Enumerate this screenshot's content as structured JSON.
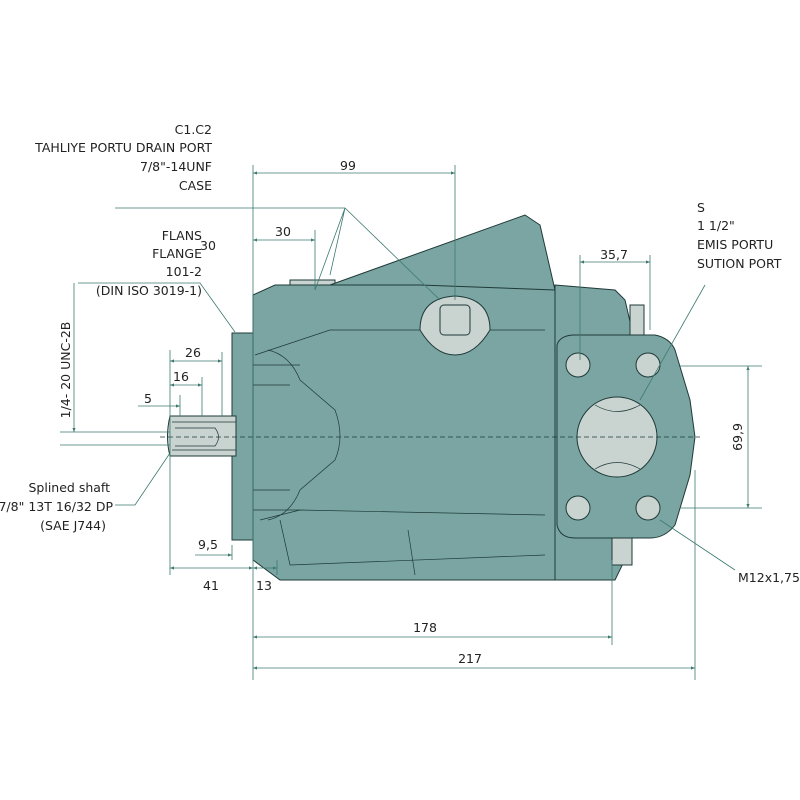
{
  "title": "Hydraulic pump dimensional drawing",
  "labels": {
    "drain": [
      "C1.C2",
      "TAHLIYE PORTU DRAIN PORT",
      "7/8\"-14UNF",
      "CASE"
    ],
    "flange": [
      "FLANS",
      "FLANGE",
      "101-2",
      "(DIN ISO 3019-1)"
    ],
    "flange_stray": "30",
    "suction": [
      "S",
      "1 1/2\"",
      "EMIS PORTU",
      "SUTION PORT"
    ],
    "shaft": [
      "Splined shaft",
      "7/8\" 13T 16/32 DP",
      "(SAE J744)"
    ],
    "thread": "1/4- 20 UNC-2B",
    "bolt": "M12x1,75"
  },
  "dimensions": {
    "d99": "99",
    "d30": "30",
    "d35_7": "35,7",
    "d69_9": "69,9",
    "d26": "26",
    "d16": "16",
    "d5": "5",
    "d9_5": "9,5",
    "d41": "41",
    "d13": "13",
    "d178": "178",
    "d217": "217"
  },
  "colors": {
    "body": "#7aa5a2",
    "dim": "#3d7a70"
  }
}
